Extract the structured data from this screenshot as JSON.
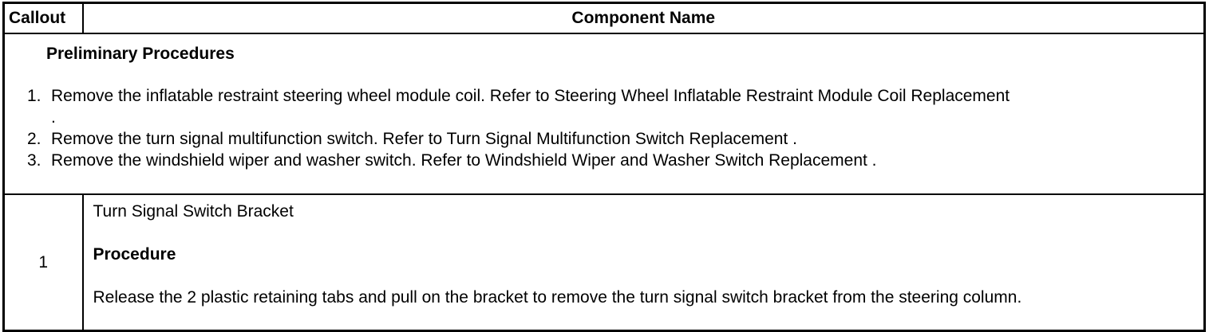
{
  "table": {
    "header": {
      "callout": "Callout",
      "component_name": "Component Name"
    },
    "preliminary": {
      "title": "Preliminary Procedures",
      "steps": [
        {
          "num": "1.",
          "text": "Remove the inflatable restraint steering wheel module coil. Refer to Steering Wheel Inflatable Restraint Module Coil Replacement\n."
        },
        {
          "num": "2.",
          "text": "Remove the turn signal multifunction switch. Refer to Turn Signal Multifunction Switch Replacement ."
        },
        {
          "num": "3.",
          "text": "Remove the windshield wiper and washer switch. Refer to Windshield Wiper and Washer Switch Replacement ."
        }
      ]
    },
    "rows": [
      {
        "callout": "1",
        "component": "Turn Signal Switch Bracket",
        "procedure_label": "Procedure",
        "procedure_text": "Release the 2 plastic retaining tabs and pull on the bracket to remove the turn signal switch bracket from the steering column."
      }
    ]
  },
  "colors": {
    "text": "#000000",
    "border": "#000000",
    "background": "#ffffff"
  }
}
